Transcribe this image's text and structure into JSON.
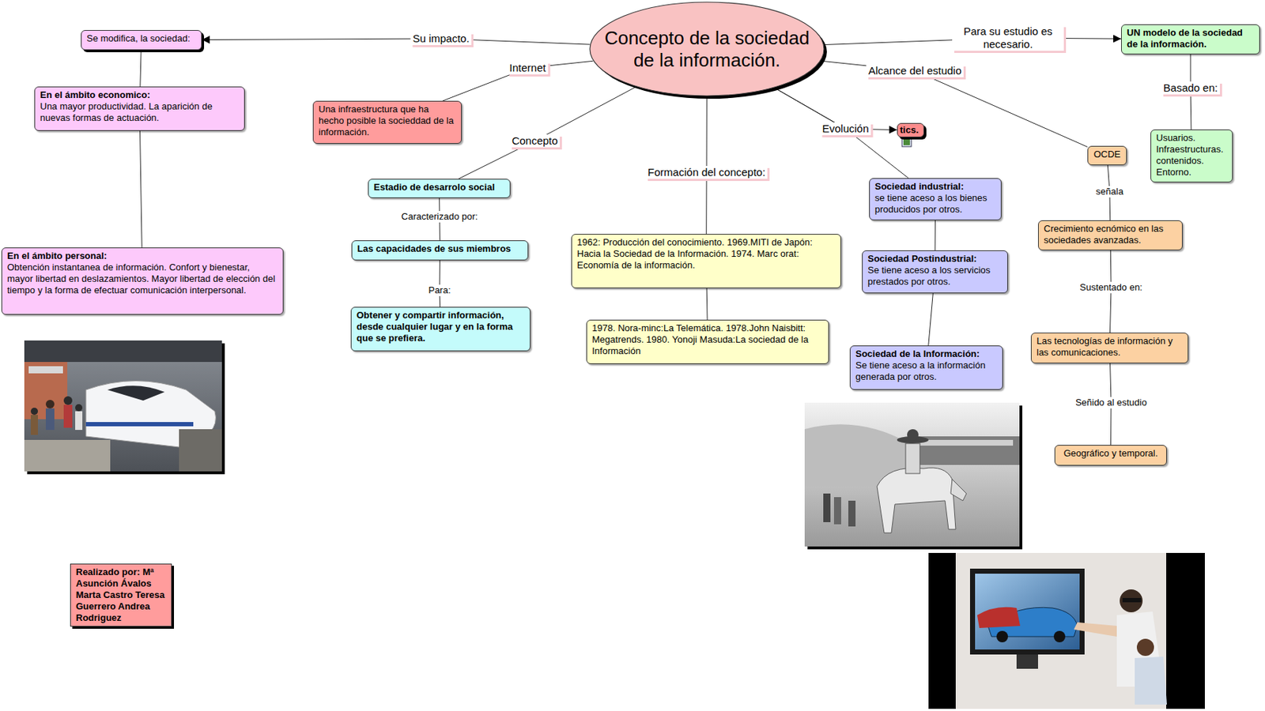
{
  "diagram": {
    "nodes": [
      {
        "text": [
          "Concepto de la sociedad de la información."
        ]
      },
      {
        "text": [
          "Se modifica, la sociedad:"
        ]
      },
      {
        "text": [
          "En el ámbito economico:",
          "Una mayor productividad. La aparición de nuevas formas de actuación."
        ]
      },
      {
        "text": [
          "En el ámbito personal:",
          "Obtención instantanea de información. Confort y bienestar, mayor libertad en deslazamientos. Mayor libertad de elección del tiempo y la forma de efectuar comunicación interpersonal."
        ]
      },
      {
        "text": [
          "Una infraestructura que ha hecho posible la socieddad de la información."
        ]
      },
      {
        "text": [
          "Estadio de desarrolo social"
        ]
      },
      {
        "text": [
          "Las capacidades de sus miembros"
        ]
      },
      {
        "text": [
          "Obtener y compartir información, desde cualquier lugar y en la forma que se prefiera."
        ]
      },
      {
        "text": [
          "1962: Producción del conocimiento. 1969.MITI de Japón: Hacia la Sociedad de la Información. 1974. Marc orat: Economía de la información."
        ]
      },
      {
        "text": [
          "1978. Nora-minc:La Telemática. 1978.John Naisbitt: Megatrends. 1980. Yonoji Masuda:La sociedad de la Información"
        ]
      },
      {
        "text": [
          "tics."
        ]
      },
      {
        "text": [
          "Sociedad industrial:",
          "se tiene aceso a los bienes producidos por otros."
        ]
      },
      {
        "text": [
          "Sociedad Postindustrial:",
          "Se tiene aceso a los servicios prestados por otros."
        ]
      },
      {
        "text": [
          "Sociedad de la Información:",
          "Se tiene aceso a la información generada por otros."
        ]
      },
      {
        "text": [
          "UN modelo de la sociedad de la información."
        ]
      },
      {
        "text": [
          "Usuarios. Infraestructuras. contenidos. Entorno."
        ]
      },
      {
        "text": [
          "OCDE"
        ]
      },
      {
        "text": [
          "Crecimiento ecnómico en las sociedades avanzadas."
        ]
      },
      {
        "text": [
          "Las tecnologías de información y las comunicaciones."
        ]
      },
      {
        "text": [
          "Geográfico y temporal."
        ]
      },
      {
        "text": [
          "Realizado por: Mª Asunción Ávalos Marta Castro Teresa Guerrero Andrea Rodriguez"
        ]
      }
    ],
    "edges": [
      {
        "from": 0,
        "to": 1,
        "arrow": "to",
        "label": "Su impacto."
      },
      {
        "from": 1,
        "to": 2,
        "arrow": "none"
      },
      {
        "from": 2,
        "to": 3,
        "arrow": "none"
      },
      {
        "from": 0,
        "to": 4,
        "arrow": "none",
        "label": "Internet"
      },
      {
        "from": 0,
        "to": 5,
        "arrow": "none",
        "label": "Concepto"
      },
      {
        "from": 5,
        "to": 6,
        "arrow": "none",
        "label": "Caracterizado por:"
      },
      {
        "from": 6,
        "to": 7,
        "arrow": "none",
        "label": "Para:"
      },
      {
        "from": 0,
        "to": 8,
        "arrow": "none",
        "label": "Formación del concepto:"
      },
      {
        "from": 8,
        "to": 9,
        "arrow": "none"
      },
      {
        "from": 0,
        "to": 11,
        "arrow": "none",
        "label": "Evolución"
      },
      {
        "from": 0,
        "to": 10,
        "arrow": "to"
      },
      {
        "from": 11,
        "to": 12,
        "arrow": "none"
      },
      {
        "from": 12,
        "to": 13,
        "arrow": "none"
      },
      {
        "from": 0,
        "to": 14,
        "arrow": "to",
        "label": "Para su estudio es necesario."
      },
      {
        "from": 14,
        "to": 15,
        "arrow": "none",
        "label": "Basado en:"
      },
      {
        "from": 0,
        "to": 16,
        "arrow": "none",
        "label": "Alcance del estudio"
      },
      {
        "from": 16,
        "to": 17,
        "arrow": "none",
        "label": "señala"
      },
      {
        "from": 17,
        "to": 18,
        "arrow": "none",
        "label": "Sustentado en:"
      },
      {
        "from": 18,
        "to": 19,
        "arrow": "none",
        "label": "Señido al estudio"
      }
    ]
  }
}
